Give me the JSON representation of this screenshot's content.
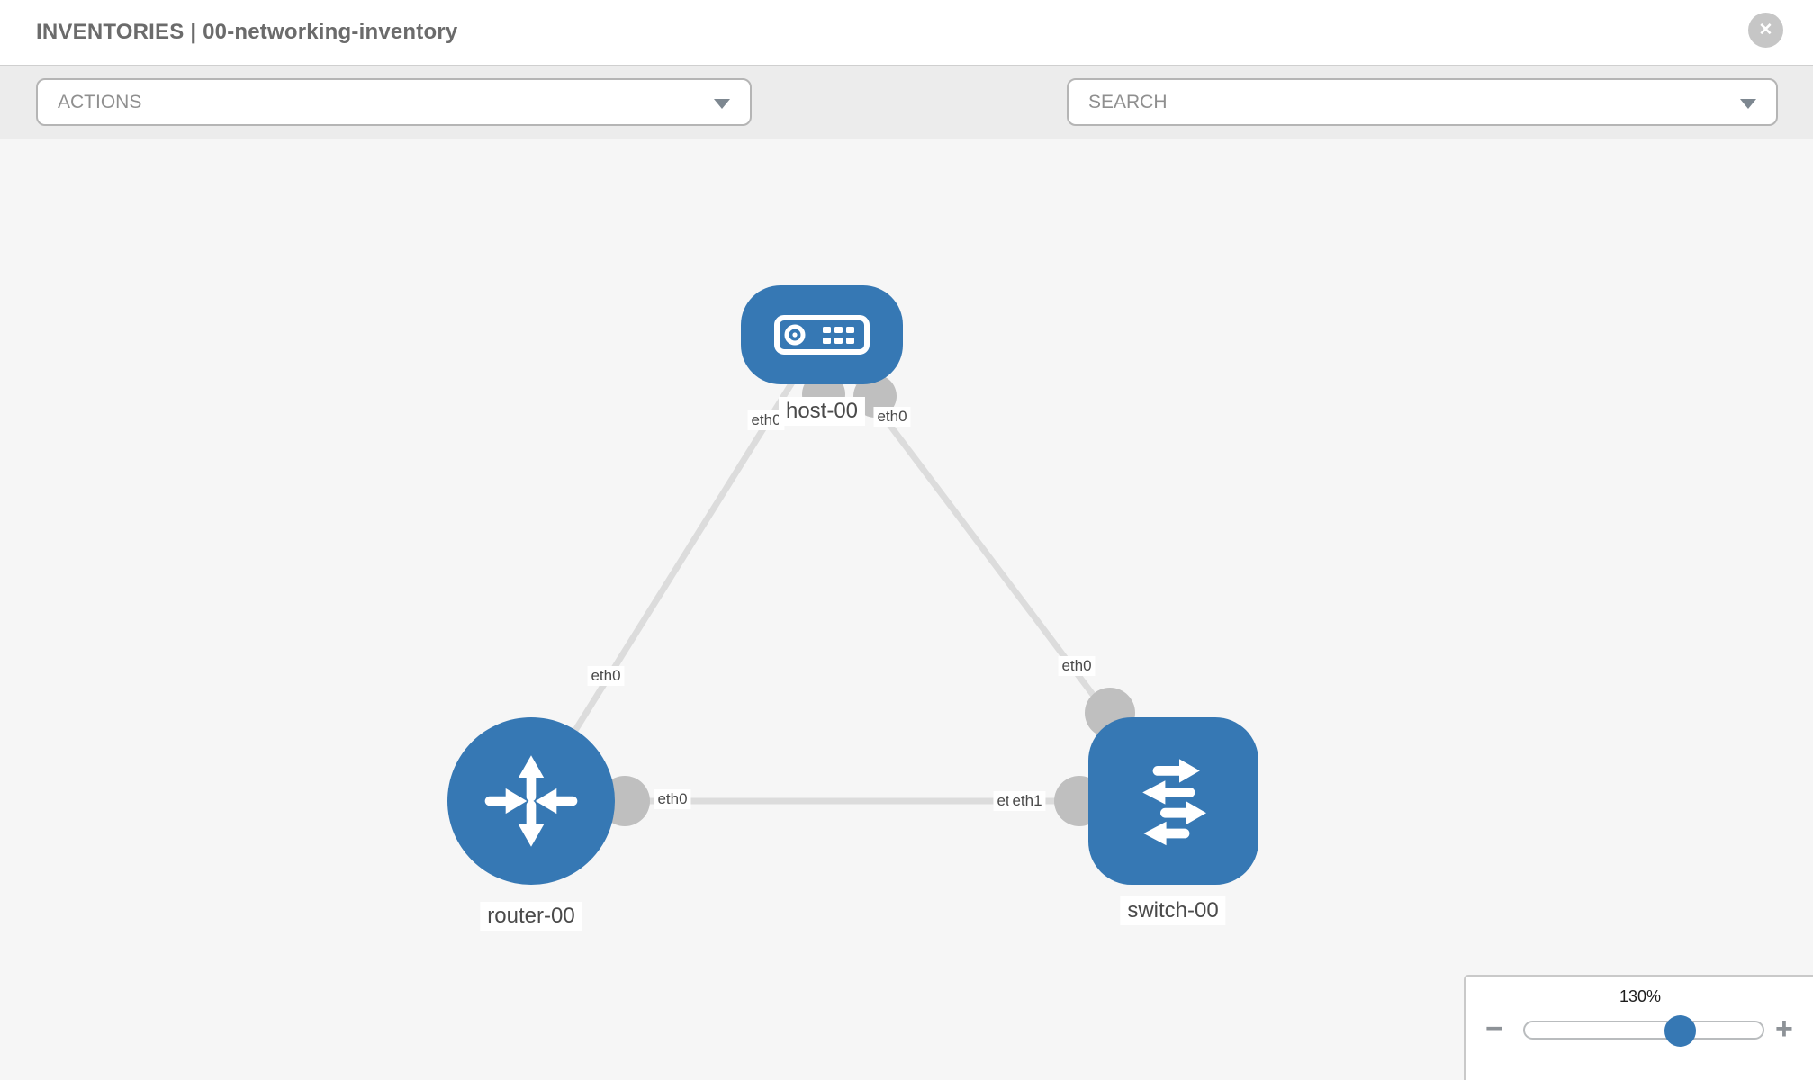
{
  "header": {
    "title": "INVENTORIES | 00-networking-inventory"
  },
  "icons": {
    "close_glyph": "✕",
    "toolbar_icons": [
      "wrench-icon",
      "key-icon"
    ]
  },
  "toolbar": {
    "actions_label": "ACTIONS",
    "search_label": "SEARCH"
  },
  "topology": {
    "nodes": [
      {
        "id": "host-00",
        "type": "host",
        "label": "host-00"
      },
      {
        "id": "router-00",
        "type": "router",
        "label": "router-00"
      },
      {
        "id": "switch-00",
        "type": "switch",
        "label": "switch-00"
      }
    ],
    "links": [
      {
        "from": "router-00",
        "from_iface": "eth0",
        "to": "host-00",
        "to_iface": "eth0"
      },
      {
        "from": "switch-00",
        "from_iface": "eth0",
        "to": "host-00",
        "to_iface": "eth0"
      },
      {
        "from": "router-00",
        "from_iface": "eth0",
        "to": "switch-00",
        "to_iface": "eth1"
      }
    ],
    "iface_labels": [
      {
        "text": "eth0",
        "placement": "host-bottom-left"
      },
      {
        "text": "eth0",
        "placement": "host-bottom-right"
      },
      {
        "text": "eth0",
        "placement": "link-router-host"
      },
      {
        "text": "eth0",
        "placement": "link-switch-host"
      },
      {
        "text": "eth0",
        "placement": "router-right"
      },
      {
        "text": "eth0",
        "placement": "switch-left-under"
      },
      {
        "text": "eth1",
        "placement": "switch-left-over"
      }
    ],
    "colors": {
      "node_blue": "#3678b4",
      "link_gray": "#dcdcdc",
      "port_gray": "#bfbfbf"
    }
  },
  "zoom_control": {
    "level": "130%",
    "minus_label": "−",
    "plus_label": "+",
    "value_percent": 64
  }
}
